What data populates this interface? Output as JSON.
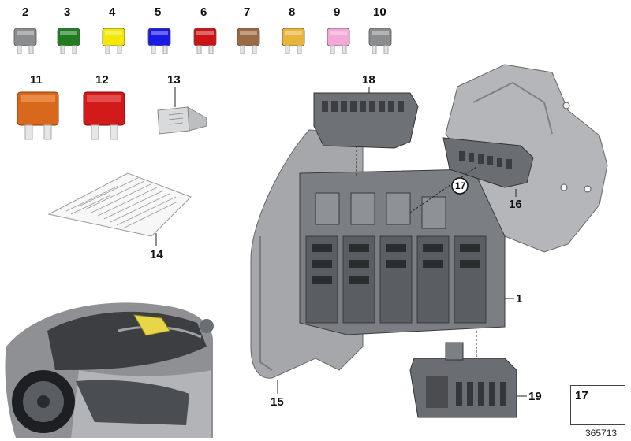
{
  "fuses": [
    {
      "number": "2",
      "color": "#8a8c8e"
    },
    {
      "number": "3",
      "color": "#1f7d1f"
    },
    {
      "number": "4",
      "color": "#f2e800"
    },
    {
      "number": "5",
      "color": "#1a1ae6"
    },
    {
      "number": "6",
      "color": "#cc1414"
    },
    {
      "number": "7",
      "color": "#9a6a45"
    },
    {
      "number": "8",
      "color": "#e9b43a"
    },
    {
      "number": "9",
      "color": "#f3a8d8"
    },
    {
      "number": "10",
      "color": "#8a8c8e"
    }
  ],
  "maxi_fuses": [
    {
      "number": "11",
      "color": "#d8691c"
    },
    {
      "number": "12",
      "color": "#d31a1a"
    }
  ],
  "callouts": {
    "relay": "13",
    "label_sheet": "14",
    "bracket": "15",
    "connector_top_right": "16",
    "nut": "17",
    "connector_top": "18",
    "fuse_box": "1",
    "connector_bottom": "19"
  },
  "reference_number": "365713"
}
